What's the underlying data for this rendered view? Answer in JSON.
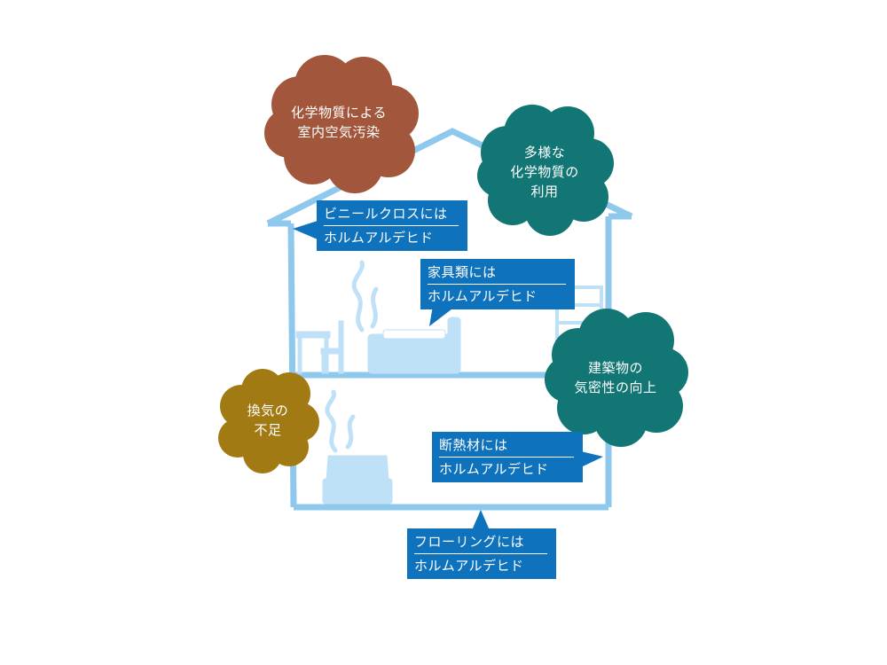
{
  "colors": {
    "house_outline": "#8ec8ec",
    "furniture": "#bfe1f7",
    "callout_bg": "#0e72bd",
    "cloud_brown": "#a2573c",
    "cloud_teal": "#127674",
    "cloud_olive": "#a27a14"
  },
  "clouds": [
    {
      "id": "indoor-pollution",
      "lines": [
        "化学物質による",
        "室内空気汚染"
      ],
      "color": "brown"
    },
    {
      "id": "chemical-use",
      "lines": [
        "多様な",
        "化学物質の",
        "利用"
      ],
      "color": "teal"
    },
    {
      "id": "airtightness",
      "lines": [
        "建築物の",
        "気密性の向上"
      ],
      "color": "teal"
    },
    {
      "id": "ventilation",
      "lines": [
        "換気の",
        "不足"
      ],
      "color": "olive"
    }
  ],
  "callouts": [
    {
      "id": "vinyl-cloth",
      "lines": [
        "ビニールクロスには",
        "ホルムアルデヒド"
      ]
    },
    {
      "id": "furniture",
      "lines": [
        "家具類には",
        "ホルムアルデヒド"
      ]
    },
    {
      "id": "insulation",
      "lines": [
        "断熱材には",
        "ホルムアルデヒド"
      ]
    },
    {
      "id": "flooring",
      "lines": [
        "フローリングには",
        "ホルムアルデヒド"
      ]
    }
  ]
}
